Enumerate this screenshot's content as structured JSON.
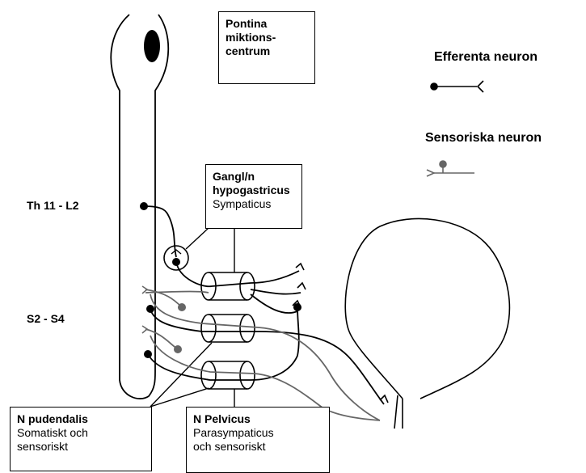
{
  "boxes": {
    "pontine": {
      "lines": [
        "Pontina",
        "miktions-",
        "centrum"
      ]
    },
    "hypogastricus": {
      "title_lines": [
        "Gangl/n",
        "hypogastricus"
      ],
      "subtitle": "Sympaticus"
    },
    "pudendalis": {
      "title": "N pudendalis",
      "lines": [
        "Somatiskt och",
        "sensoriskt"
      ]
    },
    "pelvicus": {
      "title": "N Pelvicus",
      "lines": [
        "Parasympaticus",
        "och sensoriskt"
      ]
    }
  },
  "labels": {
    "th": "Th 11 - L2",
    "s": "S2 - S4"
  },
  "legend": {
    "efferent_title": "Efferenta neuron",
    "sensory_title": "Sensoriska neuron",
    "efferent_icon": "efferent-neuron-symbol",
    "sensory_icon": "sensory-neuron-symbol"
  },
  "colors": {
    "efferent": "#000000",
    "sensory": "#666666"
  }
}
